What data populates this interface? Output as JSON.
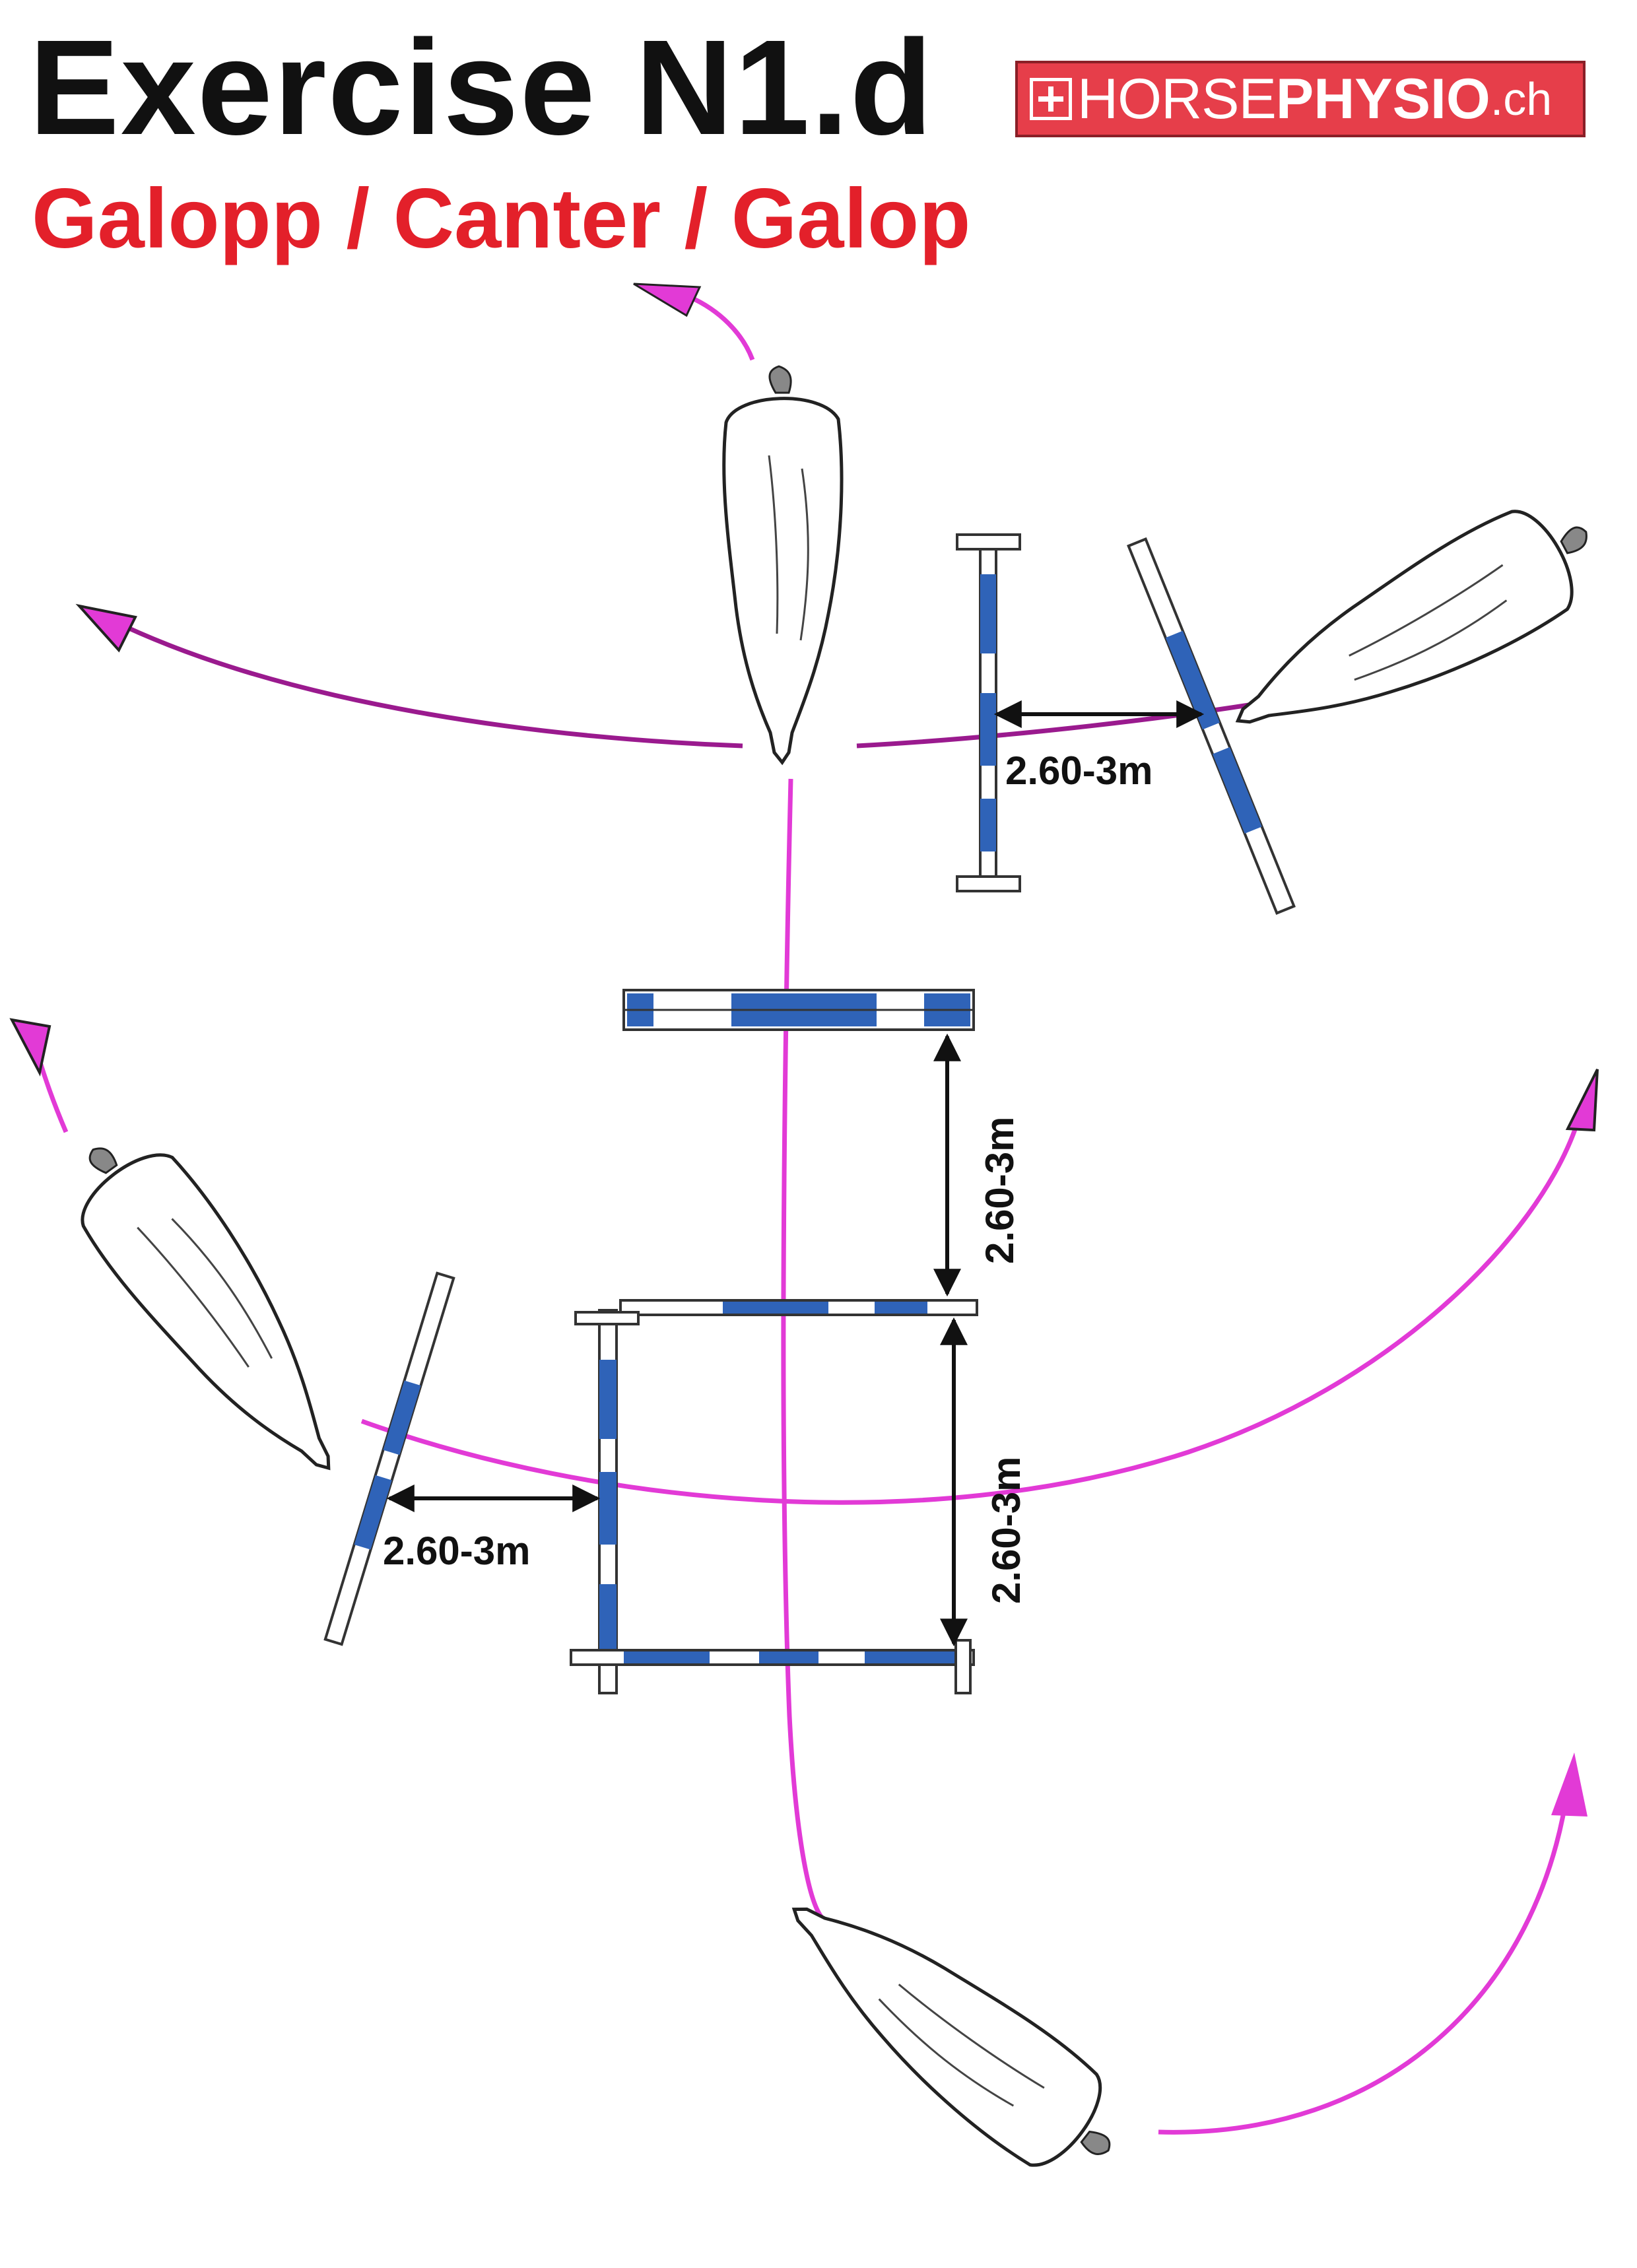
{
  "title": "Exercise N1.d",
  "subtitle": "Galopp / Canter / Galop",
  "logo": {
    "part1": "HORSE",
    "part2": "PHYSIO",
    "part3": ".ch"
  },
  "distance_label": "2.60-3m",
  "colors": {
    "title": "#111111",
    "subtitle": "#e3202a",
    "path_magenta": "#e23ad6",
    "path_purple": "#9a1a8e",
    "pole_blue": "#2f63b8",
    "logo_bg": "#e63e4a"
  },
  "icons": [
    "horse-top-view-icon",
    "ground-pole-icon",
    "arrowhead-icon",
    "swiss-cross-icon"
  ]
}
